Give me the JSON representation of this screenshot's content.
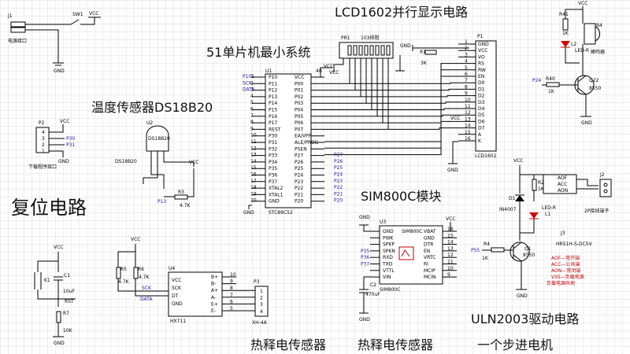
{
  "titles": {
    "lcd": "LCD1602并行显示电路",
    "mcu": "51单片机最小系统",
    "temp": "温度传感器DS18B20",
    "reset": "复位电路",
    "sim": "SIM800C模块",
    "uln": "ULN2003驱动电路",
    "pir1": "热释电传感器",
    "pir2": "热释电传感器",
    "stepper": "一个步进电机"
  },
  "power": {
    "j1": "J1",
    "j1_label": "电源接口",
    "sw1": "SW1",
    "vcc": "VCC",
    "gnd": "GND"
  },
  "pr1": {
    "ref": "PR1",
    "label": "103排阻"
  },
  "r1": {
    "ref": "R1",
    "value": "3K"
  },
  "mcu": {
    "ref": "U1",
    "part": "STC89C52",
    "left_pins": [
      "P10",
      "P11",
      "P12",
      "P13",
      "P14",
      "P15",
      "P16",
      "P17",
      "REST",
      "P30",
      "P31",
      "P32",
      "P33",
      "P34",
      "P35",
      "P36",
      "P37",
      "XTAL2",
      "XTAL1",
      "GND"
    ],
    "right_pins": [
      "VCC",
      "P00",
      "P01",
      "P02",
      "P03",
      "P04",
      "P05",
      "P06",
      "P07",
      "EA/VPP",
      "ALE/PROG",
      "PSEN",
      "P27",
      "P26",
      "P25",
      "P24",
      "P23",
      "P22",
      "P21",
      "P20"
    ],
    "left_nets": [
      "P101",
      "SCK",
      "DATA",
      "",
      "",
      "",
      "",
      "",
      "",
      "",
      "",
      "",
      "",
      "",
      "",
      "",
      "",
      "",
      "",
      ""
    ],
    "left_num": "1",
    "right_num": "40"
  },
  "lcd": {
    "ref": "P1",
    "part": "LCD1602",
    "pins": [
      "GND",
      "VCC",
      "VO",
      "RS",
      "RW",
      "EN",
      "D0",
      "D1",
      "D2",
      "D3",
      "D4",
      "D5",
      "D6",
      "D7",
      "A",
      "K"
    ]
  },
  "p2": {
    "ref": "P2",
    "label": "下载程序接口",
    "pins": [
      "P30",
      "P31"
    ],
    "nums": [
      "4",
      "3",
      "2",
      "1"
    ]
  },
  "u2": {
    "ref": "U2",
    "part": "DS18B20",
    "r3": "R3",
    "r3_value": "4.7K",
    "net": "P13"
  },
  "reset": {
    "k1": "K1",
    "c1": "C1",
    "c1_value": "10uF",
    "r7": "R7",
    "r7_value": "10K",
    "rst": "RST"
  },
  "u4": {
    "ref": "U4",
    "part": "HX711",
    "left_pins": [
      "VCC",
      "SCK",
      "DT",
      "GND"
    ],
    "right_pins": [
      "B+",
      "B-",
      "A+",
      "A-",
      "E+",
      "E-"
    ],
    "right_nums": [
      "10",
      "9",
      "8",
      "7",
      "6",
      "5"
    ],
    "r5": "R5",
    "r5_value": "4.7K",
    "r6": "R6",
    "r6_value": "4.7K",
    "sck": "SCK",
    "data": "DATA"
  },
  "p3": {
    "ref": "P3",
    "part": "XH-4A",
    "nums": [
      "1",
      "2",
      "3",
      "4"
    ]
  },
  "u3": {
    "ref": "U3",
    "part": "SIM800C",
    "inner": "SIM800C",
    "left_pins": [
      "GND",
      "PWK",
      "SPKP",
      "SPKN",
      "RXD",
      "TXD",
      "VTTL",
      "VIN"
    ],
    "right_pins": [
      "VBAT",
      "GND",
      "DTR",
      "EN",
      "VRTC",
      "RI",
      "MCIP",
      "MCIN"
    ],
    "right_nums": [
      "16",
      "15",
      "14",
      "13",
      "12",
      "11",
      "10",
      "9"
    ],
    "nets": [
      "P35",
      "P36",
      "P37"
    ],
    "c2": "C2",
    "c2_value": "470uF"
  },
  "buzzer": {
    "ref": "B4",
    "label": "蜂鸣器",
    "r41": "R41",
    "r41_value": "1K",
    "l2": "L2",
    "l2_value": "LED-R",
    "r40": "R40",
    "r40_value": "1K",
    "q22": "Q22",
    "q22_part": "8550",
    "net": "P24"
  },
  "relay": {
    "ref": "J3",
    "part": "HRS1H-S-DC5V",
    "d1": "D1",
    "d1_part": "IN4007",
    "r2": "R2",
    "r2_value": "1K",
    "led": "LED-R",
    "led_ref": "L1",
    "r4": "R4",
    "r4_value": "1K",
    "q1": "Q1",
    "q1_part": "8550",
    "net": "P55",
    "j2": "J2",
    "j2_label": "2P接线端子",
    "com": [
      "AOF",
      "ACC",
      "AON"
    ],
    "legend": [
      "AOF—常开端",
      "ACC—公共端",
      "AON—常闭端",
      "VSS—负载电源",
      "负载电源共地"
    ]
  }
}
